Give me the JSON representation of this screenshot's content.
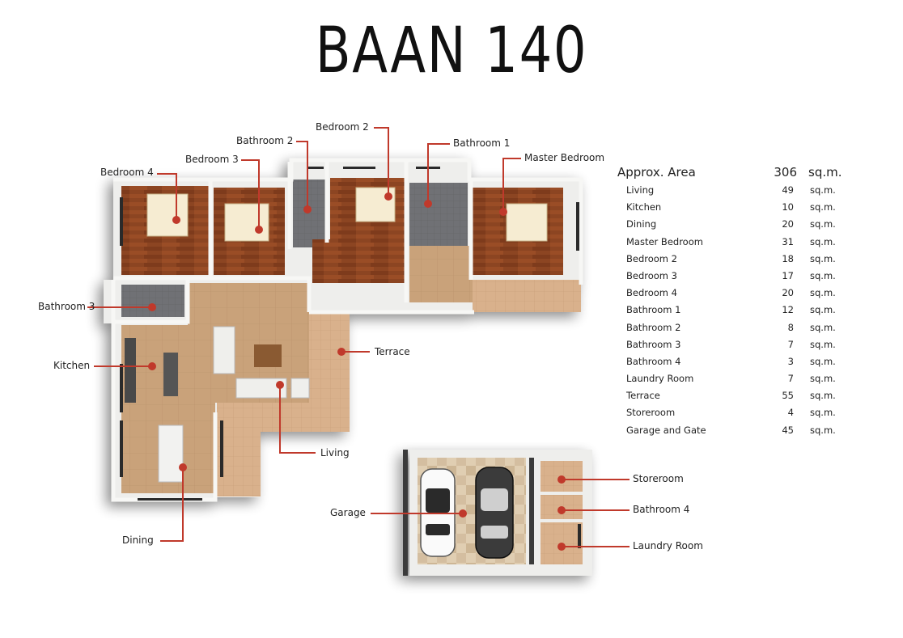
{
  "title": "BAAN 140",
  "colors": {
    "wood": "#8c4420",
    "wood_light": "#a85a2e",
    "tile": "#c9a27a",
    "terrace": "#d8b08a",
    "bath_tile": "#6e7073",
    "wall": "#f4f4f2",
    "marker": "#c0392b",
    "pavers": "#d6c3a6"
  },
  "area_table": {
    "header": {
      "label": "Approx. Area",
      "value": "306",
      "unit": "sq.m."
    },
    "rows": [
      {
        "name": "Living",
        "value": "49",
        "unit": "sq.m."
      },
      {
        "name": "Kitchen",
        "value": "10",
        "unit": "sq.m."
      },
      {
        "name": "Dining",
        "value": "20",
        "unit": "sq.m."
      },
      {
        "name": "Master Bedroom",
        "value": "31",
        "unit": "sq.m."
      },
      {
        "name": "Bedroom 2",
        "value": "18",
        "unit": "sq.m."
      },
      {
        "name": "Bedroom 3",
        "value": "17",
        "unit": "sq.m."
      },
      {
        "name": "Bedroom 4",
        "value": "20",
        "unit": "sq.m."
      },
      {
        "name": "Bathroom 1",
        "value": "12",
        "unit": "sq.m."
      },
      {
        "name": "Bathroom 2",
        "value": "8",
        "unit": "sq.m."
      },
      {
        "name": "Bathroom 3",
        "value": "7",
        "unit": "sq.m."
      },
      {
        "name": "Bathroom 4",
        "value": "3",
        "unit": "sq.m."
      },
      {
        "name": "Laundry Room",
        "value": "7",
        "unit": "sq.m."
      },
      {
        "name": "Terrace",
        "value": "55",
        "unit": "sq.m."
      },
      {
        "name": "Storeroom",
        "value": "4",
        "unit": "sq.m."
      },
      {
        "name": "Garage and Gate",
        "value": "45",
        "unit": "sq.m."
      }
    ]
  },
  "callouts": {
    "bedroom4": "Bedroom 4",
    "bedroom3": "Bedroom 3",
    "bathroom2": "Bathroom 2",
    "bedroom2": "Bedroom 2",
    "bathroom1": "Bathroom 1",
    "master": "Master Bedroom",
    "bathroom3": "Bathroom 3",
    "kitchen": "Kitchen",
    "terrace": "Terrace",
    "living": "Living",
    "dining": "Dining",
    "garage": "Garage",
    "storeroom": "Storeroom",
    "bathroom4": "Bathroom 4",
    "laundry": "Laundry Room"
  }
}
